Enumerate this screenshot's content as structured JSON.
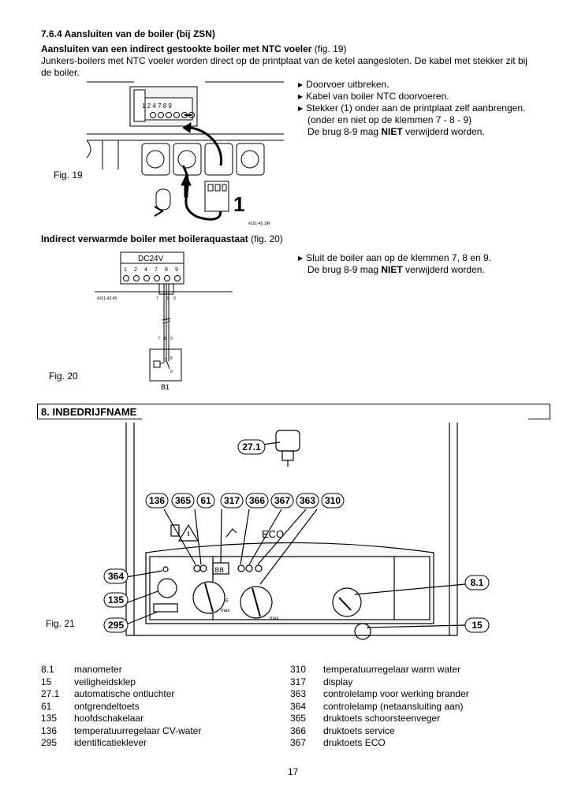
{
  "section_title": "7.6.4 Aansluiten van de boiler (bij ZSN)",
  "sub1": {
    "title_bold": "Aansluiten van een indirect gestookte boiler met NTC voeler",
    "title_ref": "(fig. 19)",
    "paragraph_line1": "Junkers-boilers met NTC voeler worden direct op de printplaat van de ketel aangesloten.  De kabel met stekker zit bij",
    "paragraph_line2": "de boiler.",
    "steps": [
      "Doorvoer uitbreken.",
      "Kabel van boiler NTC doorvoeren.",
      "Stekker (1) onder aan de printplaat zelf aanbrengen."
    ],
    "step3_cont": "(onder en niet op de klemmen 7 - 8 - 9)",
    "note_pre": "De brug 8-9 mag ",
    "note_bold": "NIET",
    "note_post": " verwijderd worden."
  },
  "fig19": {
    "label": "Fig. 19",
    "terminals": "1  2  4  7  8  9",
    "callout": "1",
    "code": "4151-45.1IR"
  },
  "sub2": {
    "title_bold": "Indirect verwarmde boiler met boileraquastaat",
    "title_ref": "(fig. 20)",
    "step": "Sluit de boiler aan op de klemmen 7, 8 en 9.",
    "note_pre": "De brug 8-9 mag ",
    "note_bold": "NIET",
    "note_post": " verwijderd worden."
  },
  "fig20": {
    "label": "Fig. 20",
    "dc": "DC24V",
    "terminals": [
      "1",
      "2",
      "4",
      "7",
      "8",
      "9"
    ],
    "code": "4151-43.45",
    "wire_labels_top": [
      "7",
      "8",
      "9"
    ],
    "wire_labels_bottom": [
      "7",
      "8",
      "9"
    ],
    "box_labels": [
      "8",
      "9"
    ],
    "b1": "B1"
  },
  "section8_title": "8. INBEDRIJFNAME",
  "fig21": {
    "label": "Fig. 21",
    "callouts_top": [
      "136",
      "365",
      "61",
      "317",
      "366",
      "367",
      "363",
      "310"
    ],
    "callout_271": "27.1",
    "callouts_left": [
      "364",
      "135",
      "295"
    ],
    "callouts_right": [
      "8.1",
      "15"
    ],
    "eco": "ECO",
    "display": "88",
    "dial_max1": "max",
    "dial_max2": "max",
    "dial_e": "E"
  },
  "legend_left": [
    {
      "num": "8.1",
      "text": "manometer"
    },
    {
      "num": "15",
      "text": "veiligheidsklep"
    },
    {
      "num": "27.1",
      "text": "automatische ontluchter"
    },
    {
      "num": "61",
      "text": "ontgrendeltoets"
    },
    {
      "num": "135",
      "text": "hoofdschakelaar"
    },
    {
      "num": "136",
      "text": "temperatuurregelaar CV-water"
    },
    {
      "num": "295",
      "text": "identificatieklever"
    }
  ],
  "legend_right": [
    {
      "num": "310",
      "text": "temperatuurregelaar warm water"
    },
    {
      "num": "317",
      "text": "display"
    },
    {
      "num": "363",
      "text": "controlelamp voor werking brander"
    },
    {
      "num": "364",
      "text": "controlelamp (netaansluiting aan)"
    },
    {
      "num": "365",
      "text": "druktoets schoorsteenveger"
    },
    {
      "num": "366",
      "text": "druktoets service"
    },
    {
      "num": "367",
      "text": "druktoets ECO"
    }
  ],
  "page_number": "17"
}
